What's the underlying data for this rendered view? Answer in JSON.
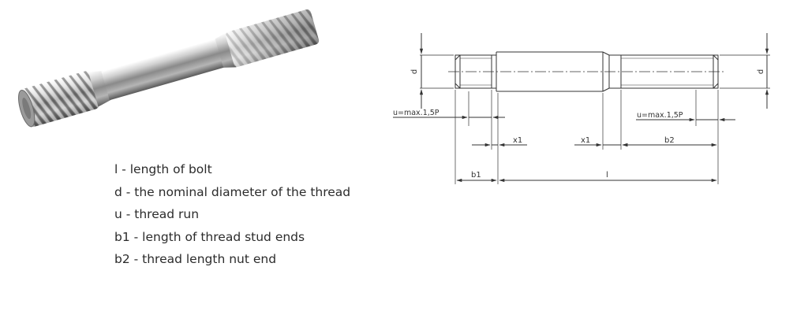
{
  "drawing": {
    "labels": {
      "d_left": "d",
      "d_right": "d",
      "u_left": "u=max.1,5P",
      "u_right": "u=max.1,5P",
      "x1_left": "x1",
      "x1_right": "x1",
      "b2": "b2",
      "b1": "b1",
      "l": "l"
    }
  },
  "legend": {
    "items": [
      "l - length of bolt",
      "d - the nominal diameter of the thread",
      "u - thread run",
      "b1 - length of thread stud ends",
      "b2 - thread length nut end"
    ]
  },
  "colors": {
    "line": "#333333",
    "text": "#2b2b2b",
    "metal_light": "#e6e6e6",
    "metal_dark": "#6f6f6f"
  }
}
